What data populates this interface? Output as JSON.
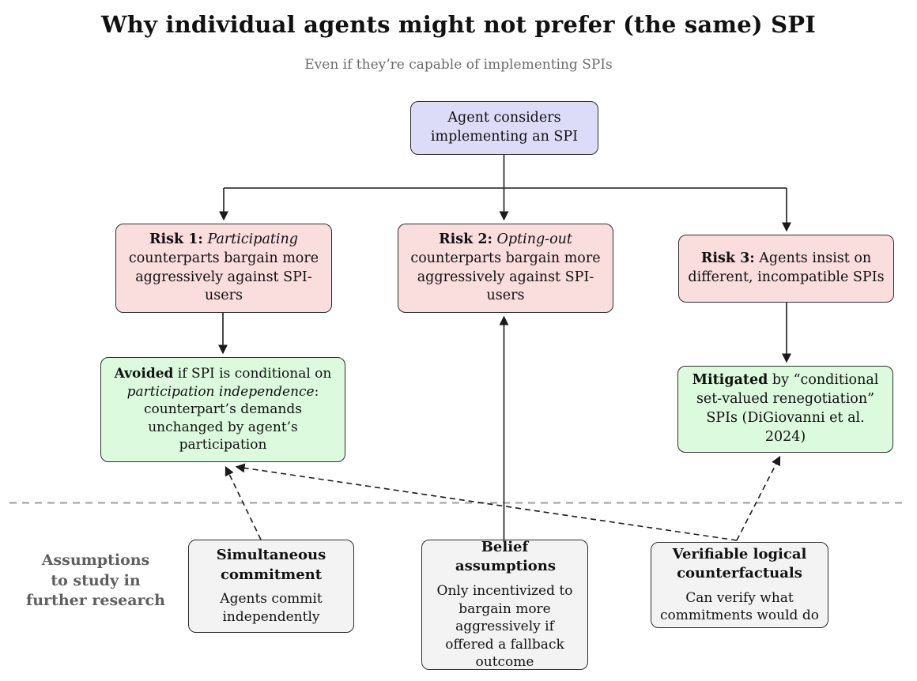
{
  "title": "Why individual agents might not prefer (the same) SPI",
  "subtitle": "Even if they’re capable of implementing SPIs",
  "colors": {
    "lavender": "#dcdcf8",
    "pink": "#fadddd",
    "green": "#dcfadd",
    "gray_box": "#f3f3f3",
    "border": "#2e2e2e",
    "arrow": "#1b1b1b",
    "separator": "#a9a9a9",
    "muted": "#5f5f5f"
  },
  "nodes": {
    "agent": {
      "text": "Agent considers implementing an SPI"
    },
    "risk1": {
      "label": "Risk 1:",
      "emphasis": " Participating",
      "rest": " counterparts bargain more aggressively against SPI-users"
    },
    "risk2": {
      "label": "Risk 2:",
      "emphasis": " Opting-out",
      "rest": " counterparts bargain more aggressively against SPI-users"
    },
    "risk3": {
      "label": "Risk 3:",
      "rest": " Agents insist on different, incompatible SPIs"
    },
    "avoided": {
      "label": "Avoided",
      "mid": " if SPI is conditional on ",
      "emphasis": "participation independence",
      "rest": ": counterpart’s demands unchanged by agent’s participation"
    },
    "mitigated": {
      "label": "Mitigated",
      "rest": " by “conditional set-valued renegotiation” SPIs (DiGiovanni et al. 2024)"
    },
    "simultaneous": {
      "title": "Simultaneous commitment",
      "body": "Agents commit independently"
    },
    "belief": {
      "title": "Belief assumptions",
      "body": "Only incentivized to bargain more aggressively if offered a fallback outcome"
    },
    "verifiable": {
      "title": "Verifiable logical counterfactuals",
      "body": "Can verify what commitments would do"
    }
  },
  "side_label": {
    "line1": "Assumptions",
    "line2": "to study in",
    "line3": "further research"
  }
}
